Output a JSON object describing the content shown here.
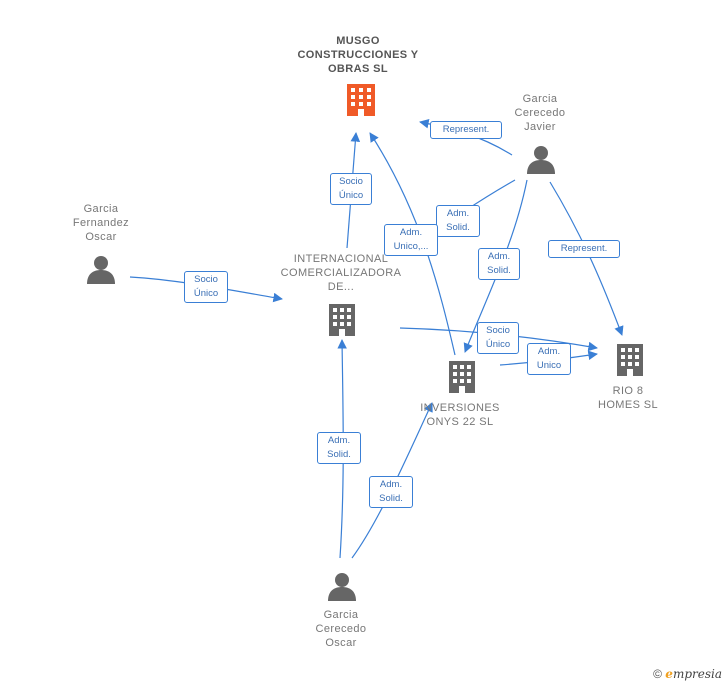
{
  "nodes": {
    "musgo": "MUSGO CONSTRUCCIONES Y OBRAS SL",
    "internacional": "INTERNACIONAL COMERCIALIZADORA DE...",
    "inversiones": "INVERSIONES ONYS 22 SL",
    "rio8": "RIO 8 HOMES SL",
    "garcia_javier": "Garcia Cerecedo Javier",
    "garcia_fernandez": "Garcia Fernandez Oscar",
    "garcia_oscar": "Garcia Cerecedo Oscar"
  },
  "edges": {
    "socio_unico_1": "Socio Único",
    "socio_unico_2": "Socio Único",
    "socio_unico_3": "Socio Único",
    "represent_1": "Represent.",
    "represent_2": "Represent.",
    "adm_solid_1": "Adm. Solid.",
    "adm_solid_2": "Adm. Solid.",
    "adm_solid_3": "Adm. Solid.",
    "adm_solid_4": "Adm. Solid.",
    "adm_unico_trunc": "Adm. Unico,...",
    "adm_unico": "Adm. Unico"
  },
  "footer": {
    "copyright": "©",
    "brand_initial": "e",
    "brand_rest": "mpresia"
  },
  "colors": {
    "edge": "#3a7fd5",
    "main_building": "#f05a28",
    "building": "#666666",
    "person": "#666666"
  }
}
